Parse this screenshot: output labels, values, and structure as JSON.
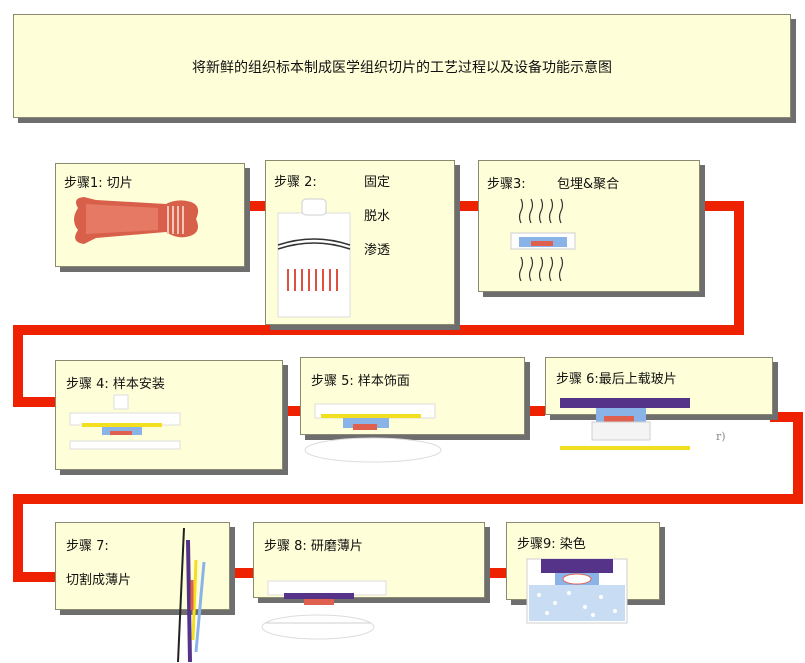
{
  "title": "将新鲜的组织标本制成医学组织切片的工艺过程以及设备功能示意图",
  "steps": [
    {
      "label": "步骤1: 切片"
    },
    {
      "label": "步骤 2:",
      "sub": [
        "固定",
        "脱水",
        "渗透"
      ]
    },
    {
      "label": "步骤3:",
      "extra": "包埋&聚合"
    },
    {
      "label": "步骤 4: 样本安装"
    },
    {
      "label": "步骤 5: 样本饰面"
    },
    {
      "label": "步骤 6:最后上载玻片"
    },
    {
      "label": "步骤 7:",
      "extra": "切割成薄片"
    },
    {
      "label": "步骤 8: 研磨薄片"
    },
    {
      "label": "步骤9: 染色"
    }
  ],
  "colors": {
    "panel": "#fefed8",
    "flow": "#ee2200",
    "shadow": "#6e6e6e"
  }
}
